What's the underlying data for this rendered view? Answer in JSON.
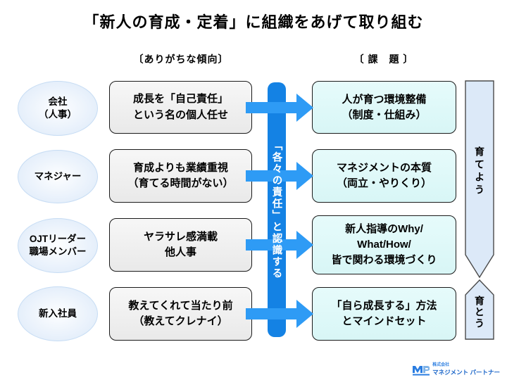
{
  "title": "「新人の育成・定着」に組織をあげて取り組む",
  "headers": {
    "left": "〔ありがちな傾向〕",
    "right": "〔 課　題 〕"
  },
  "rows": [
    {
      "actor": "会社\n（人事）",
      "tendency": "成長を「自己責任」\nという名の個人任せ",
      "issue": "人が育つ環境整備\n（制度・仕組み）"
    },
    {
      "actor": "マネジャー",
      "tendency": "育成よりも業績重視\n（育てる時間がない）",
      "issue": "マネジメントの本質\n（両立・やりくり）"
    },
    {
      "actor": "OJTリーダー\n職場メンバー",
      "tendency": "ヤラサレ感満載\n他人事",
      "issue": "新人指導のWhy/\nWhat/How/\n皆で関わる環境づくり"
    },
    {
      "actor": "新入社員",
      "tendency": "教えてくれて当たり前\n（教えてクレナイ）",
      "issue": "「自ら成長する」方法\nとマインドセット"
    }
  ],
  "center_bar": {
    "text": "「各々の責任」と認識する",
    "bar_color": "#1482e4",
    "arrow_color": "#2e9bf5"
  },
  "side_arrows": {
    "grow_them": "育てよう",
    "grow_self": "育とう"
  },
  "logo": {
    "mark": "MP",
    "company_prefix": "株式会社",
    "company_name": "マネジメント パートナー"
  }
}
